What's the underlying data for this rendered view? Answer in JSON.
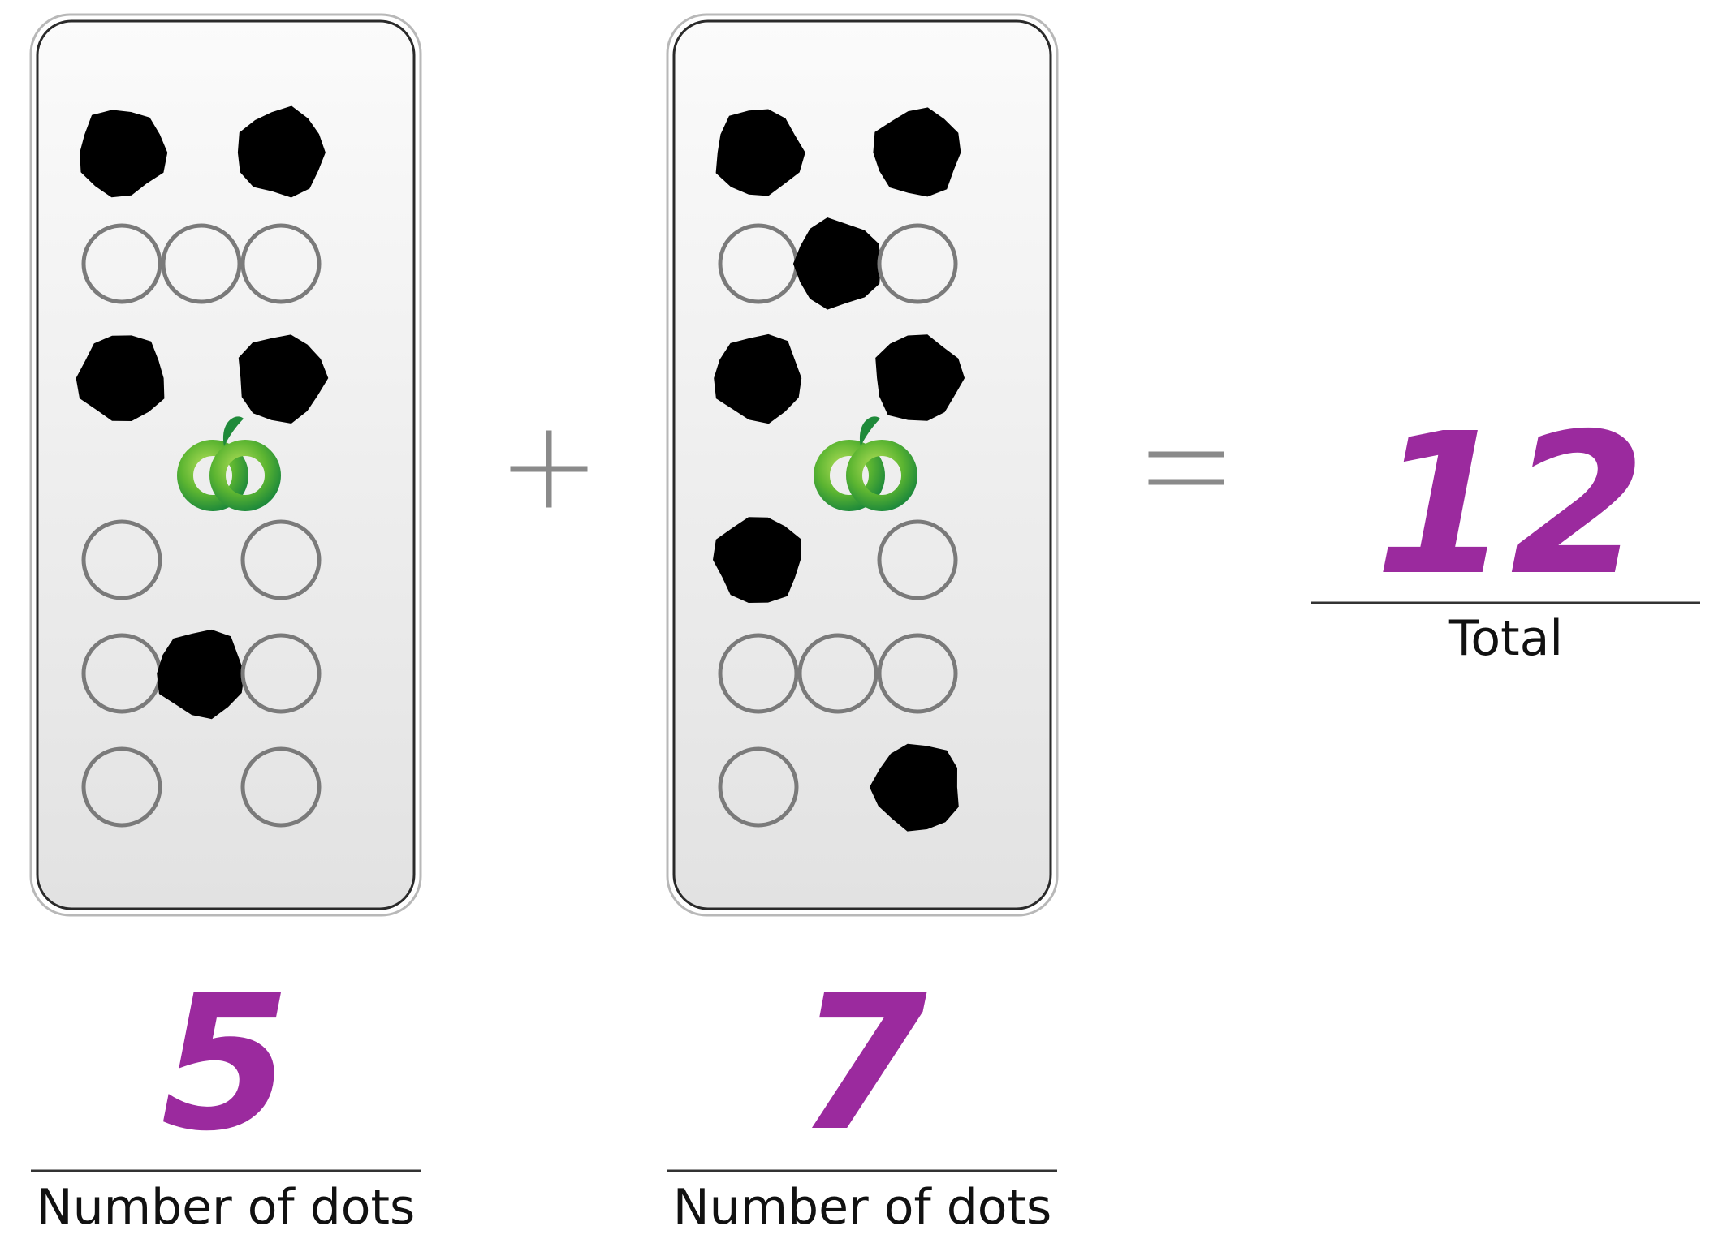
{
  "cards": [
    {
      "number": "5",
      "label": "Number of dots",
      "rows": [
        [
          "filled",
          null,
          "filled"
        ],
        [
          "empty",
          "empty",
          "empty"
        ],
        [
          "filled",
          null,
          "filled"
        ],
        [
          "empty",
          null,
          "empty"
        ],
        [
          "empty",
          "filled",
          "empty"
        ],
        [
          "empty",
          null,
          "empty"
        ]
      ]
    },
    {
      "number": "7",
      "label": "Number of dots",
      "rows": [
        [
          "filled",
          null,
          "filled"
        ],
        [
          "empty",
          "filled",
          "empty"
        ],
        [
          "filled",
          null,
          "filled"
        ],
        [
          "filled",
          null,
          "empty"
        ],
        [
          "empty",
          "empty",
          "empty"
        ],
        [
          "empty",
          null,
          "filled"
        ]
      ]
    }
  ],
  "total": {
    "value": "12",
    "label": "Total"
  },
  "colors": {
    "handwriting": "#9b2a9e",
    "logo_green": "#5cb531",
    "logo_dark_green": "#1f8a3a",
    "dot_fill": "#000000",
    "dot_ring": "#7a7a7a"
  },
  "icons": {
    "logo": "woolworths-logo-icon",
    "plus": "plus-icon",
    "equals": "equals-icon"
  }
}
